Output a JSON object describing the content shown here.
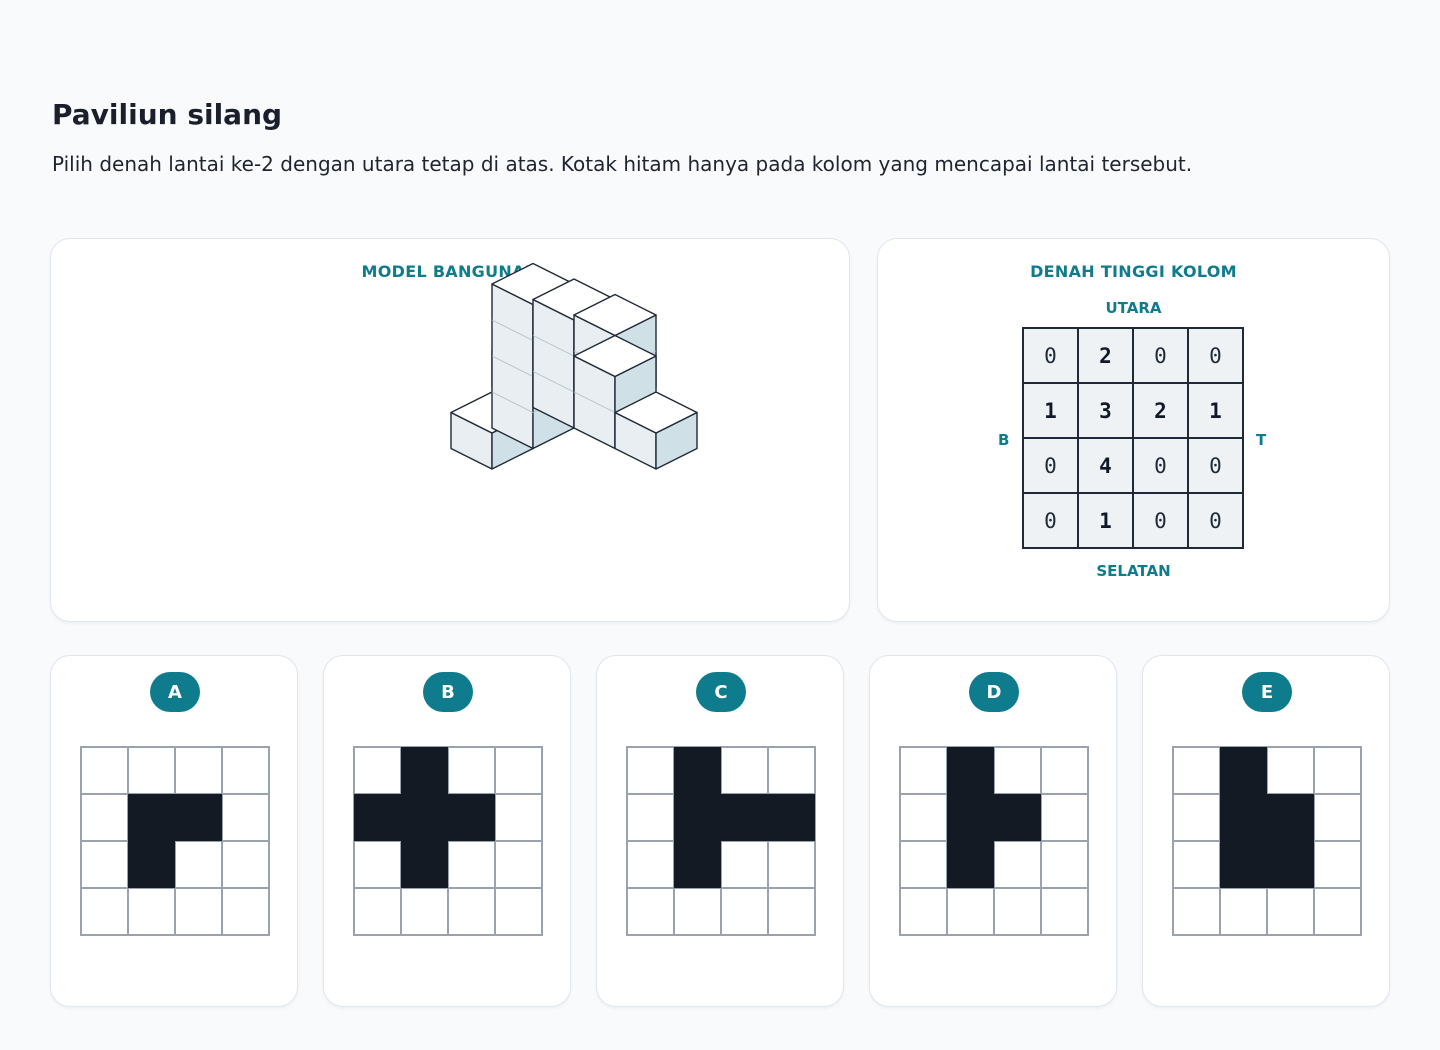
{
  "page": {
    "title": "Paviliun silang",
    "instruction": "Pilih denah lantai ke-2 dengan utara tetap di atas. Kotak hitam hanya pada kolom yang mencapai lantai tersebut."
  },
  "model": {
    "label": "MODEL BANGUNAN"
  },
  "plan": {
    "label": "DENAH TINGGI KOLOM",
    "north": "UTARA",
    "south": "SELATAN",
    "west": "B",
    "east": "T",
    "heights": [
      [
        "0",
        "2",
        "0",
        "0"
      ],
      [
        "1",
        "3",
        "2",
        "1"
      ],
      [
        "0",
        "4",
        "0",
        "0"
      ],
      [
        "0",
        "1",
        "0",
        "0"
      ]
    ]
  },
  "options": [
    {
      "letter": "A",
      "grid": [
        [
          0,
          0,
          0,
          0
        ],
        [
          0,
          1,
          1,
          0
        ],
        [
          0,
          1,
          0,
          0
        ],
        [
          0,
          0,
          0,
          0
        ]
      ]
    },
    {
      "letter": "B",
      "grid": [
        [
          0,
          1,
          0,
          0
        ],
        [
          1,
          1,
          1,
          0
        ],
        [
          0,
          1,
          0,
          0
        ],
        [
          0,
          0,
          0,
          0
        ]
      ]
    },
    {
      "letter": "C",
      "grid": [
        [
          0,
          1,
          0,
          0
        ],
        [
          0,
          1,
          1,
          1
        ],
        [
          0,
          1,
          0,
          0
        ],
        [
          0,
          0,
          0,
          0
        ]
      ]
    },
    {
      "letter": "D",
      "grid": [
        [
          0,
          1,
          0,
          0
        ],
        [
          0,
          1,
          1,
          0
        ],
        [
          0,
          1,
          0,
          0
        ],
        [
          0,
          0,
          0,
          0
        ]
      ]
    },
    {
      "letter": "E",
      "grid": [
        [
          0,
          1,
          0,
          0
        ],
        [
          0,
          1,
          1,
          0
        ],
        [
          0,
          1,
          1,
          0
        ],
        [
          0,
          0,
          0,
          0
        ]
      ]
    }
  ],
  "colors": {
    "accent": "#0e7c8c",
    "filled": "#131a23",
    "cube_top": "#ffffff",
    "cube_left": "#e8eef2",
    "cube_right": "#d0e0e7"
  }
}
